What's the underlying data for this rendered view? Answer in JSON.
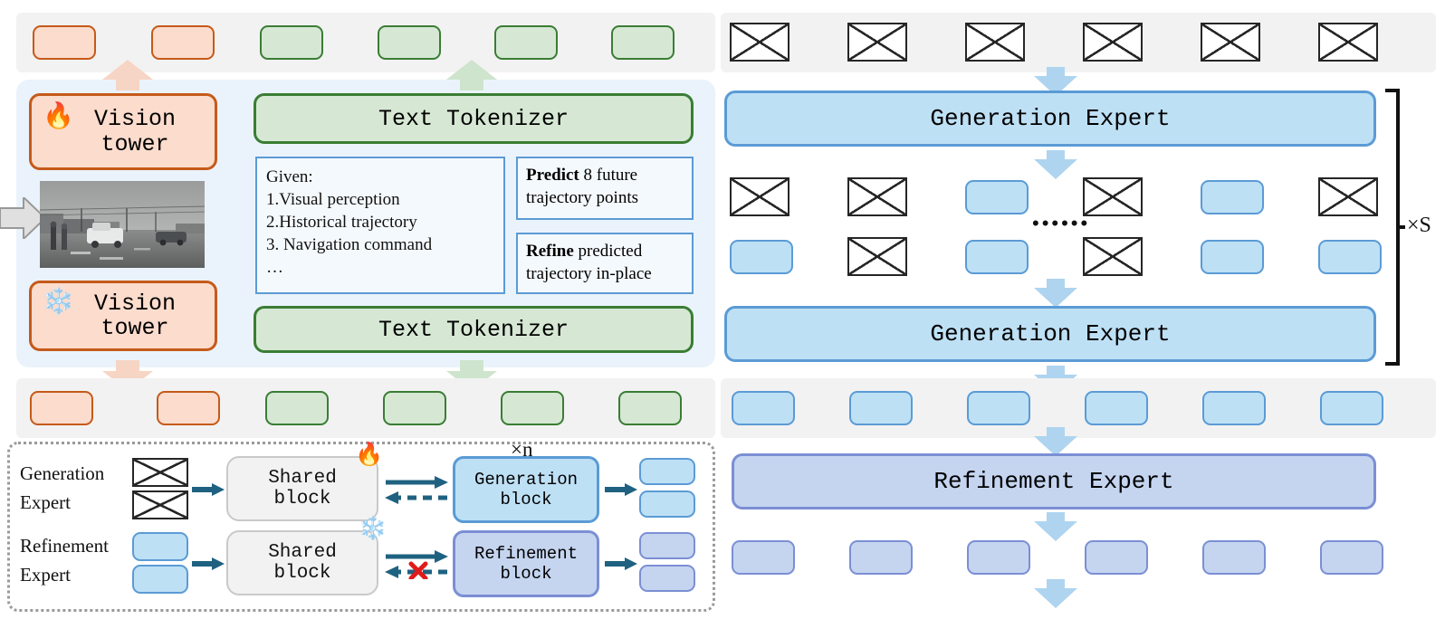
{
  "diagram": {
    "title": "Vision-Language trajectory generation and refinement architecture",
    "colors": {
      "orange_fill": "#fbdccd",
      "orange_stroke": "#c55a19",
      "green_fill": "#d6e8d4",
      "green_stroke": "#3a7d34",
      "blue_fill": "#bee0f5",
      "blue_stroke": "#5b9bd5",
      "lavender_fill": "#c5d5f0",
      "lavender_stroke": "#7b8fd4",
      "band": "#f2f2f2",
      "panel": "#eaf3fb",
      "arrow_blue": "#aed4ef",
      "arrow_orange": "#f7d5c4",
      "arrow_green": "#cfe4cd",
      "teal_arrow": "#1f6180",
      "red_cross": "#e01b1b"
    },
    "encoder_panel": {
      "vision_tower_trainable": {
        "label": "Vision\ntower",
        "icon": "fire-icon",
        "state": "trainable"
      },
      "vision_tower_frozen": {
        "label": "Vision\ntower",
        "icon": "snowflake-icon",
        "state": "frozen"
      },
      "text_tokenizer_top": "Text Tokenizer",
      "text_tokenizer_bottom": "Text Tokenizer",
      "image_thumbnail_alt": "grayscale driving scene thumbnail",
      "input_arrow": "input-arrow-icon",
      "prompt_box": {
        "header": "Given:",
        "items": [
          "1.Visual perception",
          "2.Historical trajectory",
          "3. Navigation command",
          "…"
        ]
      },
      "task_boxes": [
        {
          "bold": "Predict",
          "rest": " 8 future trajectory points"
        },
        {
          "bold": "Refine",
          "rest": " predicted trajectory in-place"
        }
      ]
    },
    "expert_panel": {
      "generation_expert_top": "Generation Expert",
      "generation_expert_bottom": "Generation Expert",
      "refinement_expert": "Refinement Expert",
      "repeat_label": "×S",
      "ellipsis": "••••••"
    },
    "token_rows": {
      "top_band": [
        "orange",
        "orange",
        "green",
        "green",
        "green",
        "green"
      ],
      "top_band_right": [
        "x",
        "x",
        "x",
        "x",
        "x",
        "x"
      ],
      "mid_row_1": [
        "x",
        "x",
        "blue",
        "x",
        "blue",
        "x"
      ],
      "mid_row_2": [
        "blue",
        "x",
        "blue",
        "x",
        "blue",
        "blue"
      ],
      "lower_band": [
        "orange",
        "orange",
        "green",
        "green",
        "green",
        "green"
      ],
      "lower_band_right": [
        "blue",
        "blue",
        "blue",
        "blue",
        "blue",
        "blue"
      ],
      "refine_in": [
        "blue",
        "blue",
        "blue",
        "blue",
        "blue",
        "blue"
      ],
      "refine_out": [
        "lav",
        "lav",
        "lav",
        "lav",
        "lav",
        "lav"
      ]
    },
    "detail_panel": {
      "repeat_label": "×n",
      "rows": [
        {
          "name_line1": "Generation",
          "name_line2": "Expert",
          "input_type": "x",
          "shared_block": "Shared\nblock",
          "shared_label_l1": "Shared",
          "shared_label_l2": "block",
          "state_icon": "fire-icon",
          "expert_block_l1": "Generation",
          "expert_block_l2": "block",
          "output_type": "blue",
          "feedback_blocked": false
        },
        {
          "name_line1": "Refinement",
          "name_line2": "Expert",
          "input_type": "blue",
          "shared_block": "Shared\nblock",
          "shared_label_l1": "Shared",
          "shared_label_l2": "block",
          "state_icon": "snowflake-icon",
          "expert_block_l1": "Refinement",
          "expert_block_l2": "block",
          "output_type": "lav",
          "feedback_blocked": true
        }
      ]
    }
  }
}
